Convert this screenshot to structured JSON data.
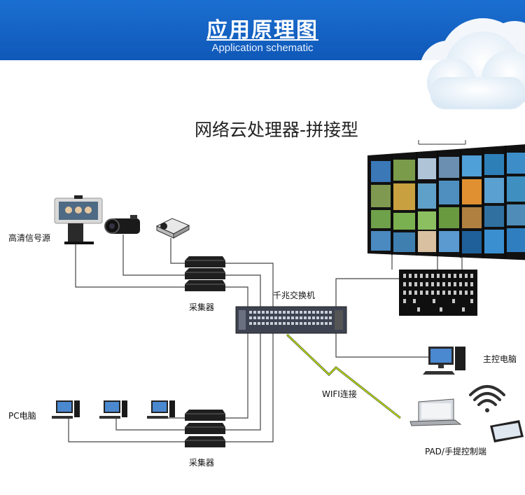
{
  "header": {
    "title": "应用原理图",
    "subtitle": "Application schematic"
  },
  "diagram": {
    "title": "网络云处理器-拼接型",
    "labels": {
      "hd_source": "高清信号源",
      "collector_top": "采集器",
      "switch": "千兆交换机",
      "main_pc": "主控电脑",
      "wifi": "WIFI连接",
      "pc": "PC电脑",
      "collector_bottom": "采集器",
      "pad": "PAD/手提控制端"
    }
  },
  "colors": {
    "banner": "#1565c8",
    "line": "#444444",
    "wifi": "#d6d600",
    "device_dark": "#1a1a1a"
  }
}
